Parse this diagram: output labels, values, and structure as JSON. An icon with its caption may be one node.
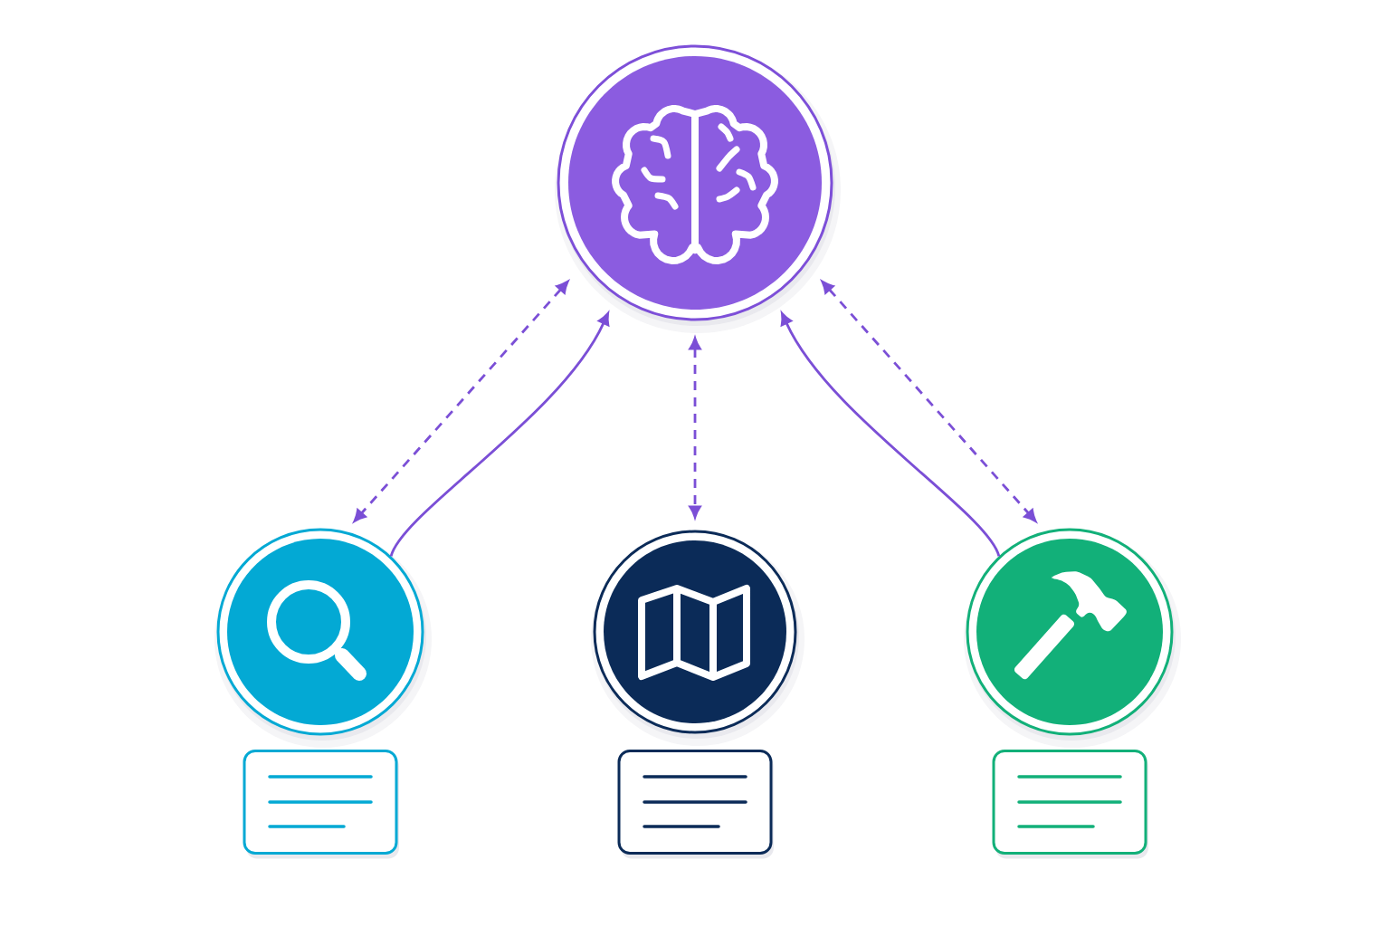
{
  "diagram": {
    "nodes": [
      {
        "text": [],
        "shape": "circle"
      },
      {
        "text": [],
        "shape": "circle"
      },
      {
        "text": [],
        "shape": "circle"
      },
      {
        "text": [],
        "shape": "circle"
      },
      {
        "text": [],
        "shape": "box"
      },
      {
        "text": [],
        "shape": "box"
      },
      {
        "text": [],
        "shape": "box"
      }
    ],
    "edges": [
      {
        "from": 0,
        "to": 1,
        "arrow": "both",
        "style": "dashed"
      },
      {
        "from": 1,
        "to": 0,
        "arrow": "to"
      },
      {
        "from": 0,
        "to": 2,
        "arrow": "both",
        "style": "dashed"
      },
      {
        "from": 3,
        "to": 0,
        "arrow": "to"
      },
      {
        "from": 0,
        "to": 3,
        "arrow": "both",
        "style": "dashed"
      }
    ]
  }
}
